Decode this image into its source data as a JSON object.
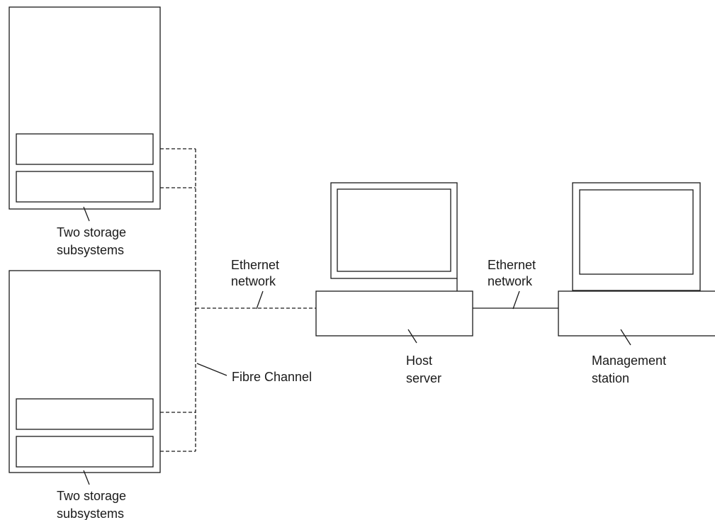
{
  "diagram": {
    "storage_top": {
      "line1": "Two storage",
      "line2": "subsystems"
    },
    "storage_bottom": {
      "line1": "Two storage",
      "line2": "subsystems"
    },
    "ethernet_left": {
      "line1": "Ethernet",
      "line2": "network"
    },
    "ethernet_right": {
      "line1": "Ethernet",
      "line2": "network"
    },
    "fibre_channel": "Fibre Channel",
    "host_server": {
      "line1": "Host",
      "line2": "server"
    },
    "management_station": {
      "line1": "Management",
      "line2": "station"
    }
  }
}
